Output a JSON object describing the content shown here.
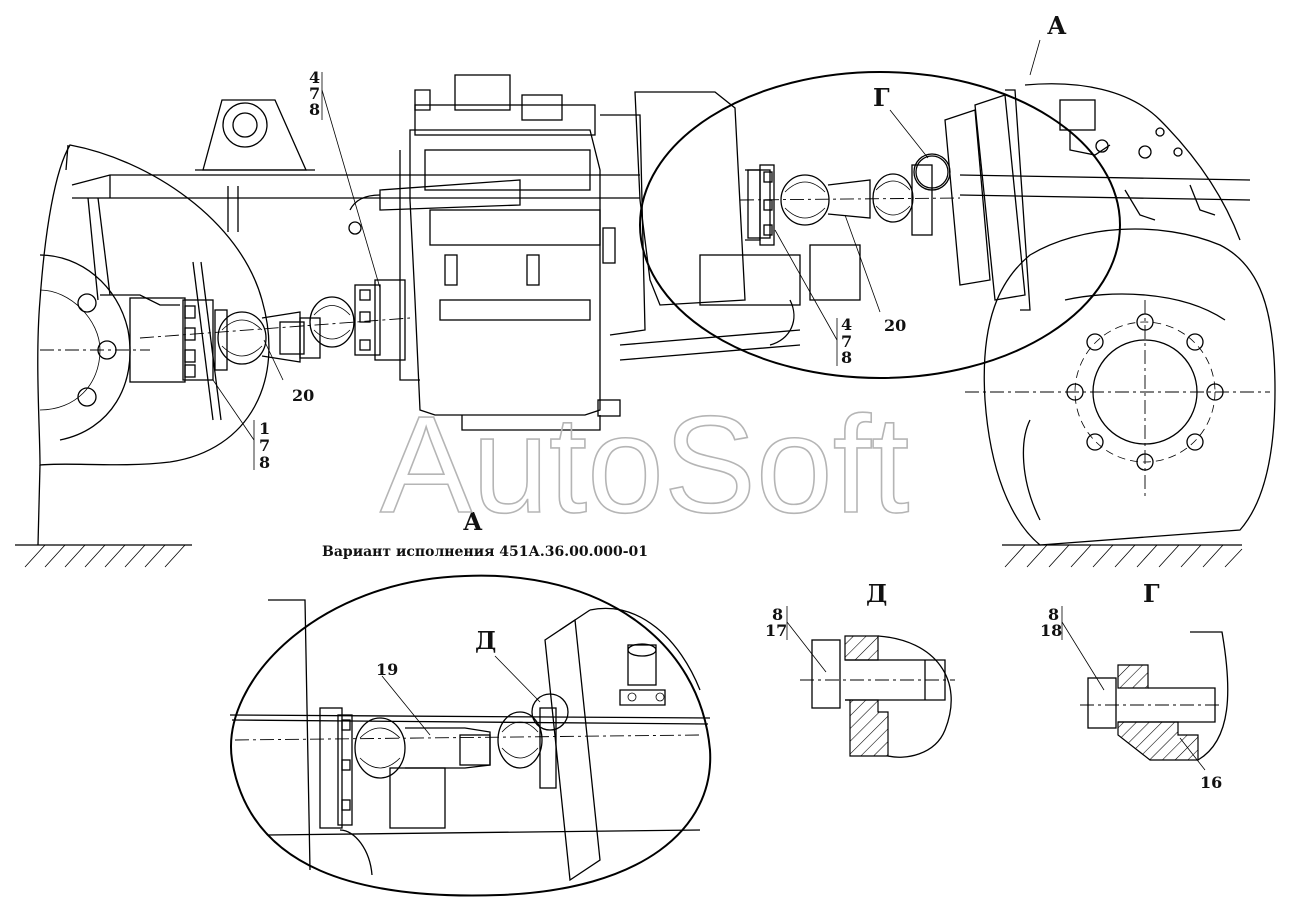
{
  "drawing": {
    "caption": "Вариант исполнения 451А.36.00.000-01",
    "watermark": "AutoSoft",
    "view_labels": {
      "A_top": "А",
      "A_bottom": "А",
      "G_callout": "Г",
      "D_callout": "Д",
      "D_view": "Д",
      "G_view": "Г"
    },
    "callouts": {
      "top_left_stack": [
        "4",
        "7",
        "8"
      ],
      "left_stack": [
        "1",
        "7",
        "8"
      ],
      "right_stack": [
        "4",
        "7",
        "8"
      ],
      "shaft_left": "20",
      "shaft_right": "20",
      "detail_shaft": "19",
      "view_d_stack": [
        "8",
        "17"
      ],
      "view_g_stack": [
        "8",
        "18"
      ],
      "view_g_part": "16"
    }
  }
}
